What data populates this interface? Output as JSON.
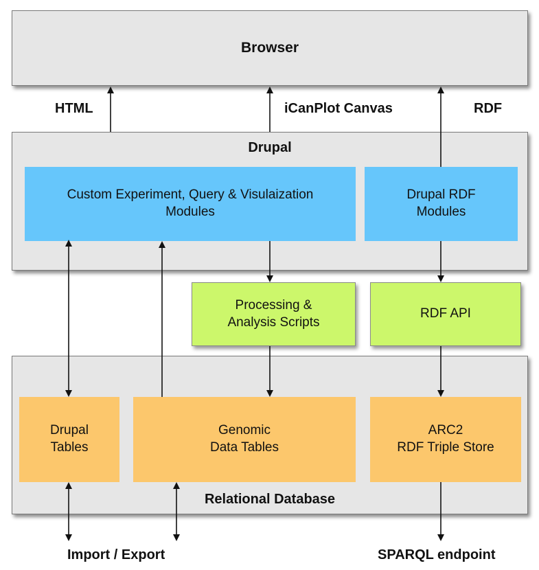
{
  "browser": {
    "label": "Browser"
  },
  "outputs": {
    "html": "HTML",
    "canvas": "iCanPlot Canvas",
    "rdf": "RDF"
  },
  "drupal": {
    "title": "Drupal",
    "custom_modules_line1": "Custom Experiment, Query & Visulaization",
    "custom_modules_line2": "Modules",
    "rdf_modules_line1": "Drupal RDF",
    "rdf_modules_line2": "Modules"
  },
  "processing": {
    "line1": "Processing &",
    "line2": "Analysis Scripts"
  },
  "rdf_api": {
    "label": "RDF API"
  },
  "database": {
    "title": "Relational Database",
    "drupal_tables_line1": "Drupal",
    "drupal_tables_line2": "Tables",
    "genomic_line1": "Genomic",
    "genomic_line2": "Data Tables",
    "arc2_line1": "ARC2",
    "arc2_line2": "RDF Triple Store"
  },
  "bottom": {
    "import_export": "Import / Export",
    "sparql": "SPARQL endpoint"
  },
  "colors": {
    "container": "#e6e6e6",
    "blue": "#66c6fb",
    "green": "#ccf76b",
    "orange": "#fcc76c"
  }
}
